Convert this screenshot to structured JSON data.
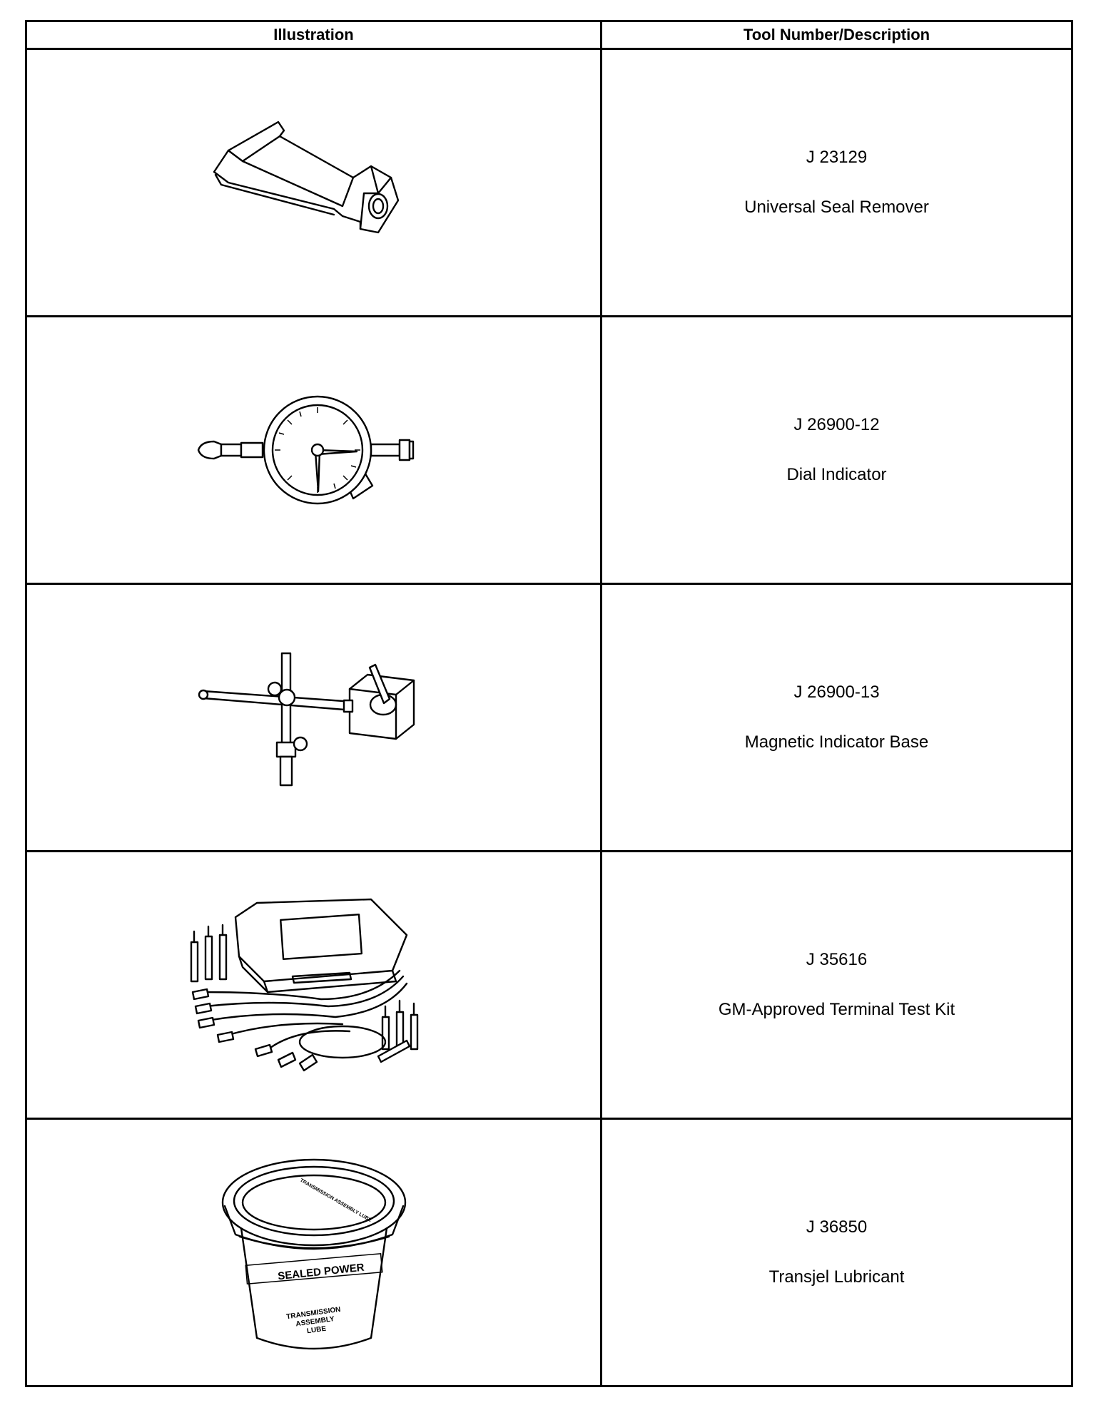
{
  "table": {
    "headers": {
      "illustration": "Illustration",
      "tool": "Tool Number/Description"
    },
    "rows": [
      {
        "number": "J 23129",
        "description": "Universal Seal Remover",
        "icon": "seal-remover-icon"
      },
      {
        "number": "J 26900-12",
        "description": "Dial Indicator",
        "icon": "dial-indicator-icon"
      },
      {
        "number": "J 26900-13",
        "description": "Magnetic Indicator Base",
        "icon": "magnetic-base-icon"
      },
      {
        "number": "J 35616",
        "description": "GM-Approved Terminal Test Kit",
        "icon": "terminal-test-kit-icon"
      },
      {
        "number": "J 36850",
        "description": "Transjel Lubricant",
        "icon": "lubricant-tub-icon"
      }
    ]
  },
  "labels": {
    "tub_brand": "SEALED POWER",
    "tub_lid": "TRANSMISSION ASSEMBLY LUBE",
    "tub_side_1": "TRANSMISSION",
    "tub_side_2": "ASSEMBLY",
    "tub_side_3": "LUBE"
  }
}
